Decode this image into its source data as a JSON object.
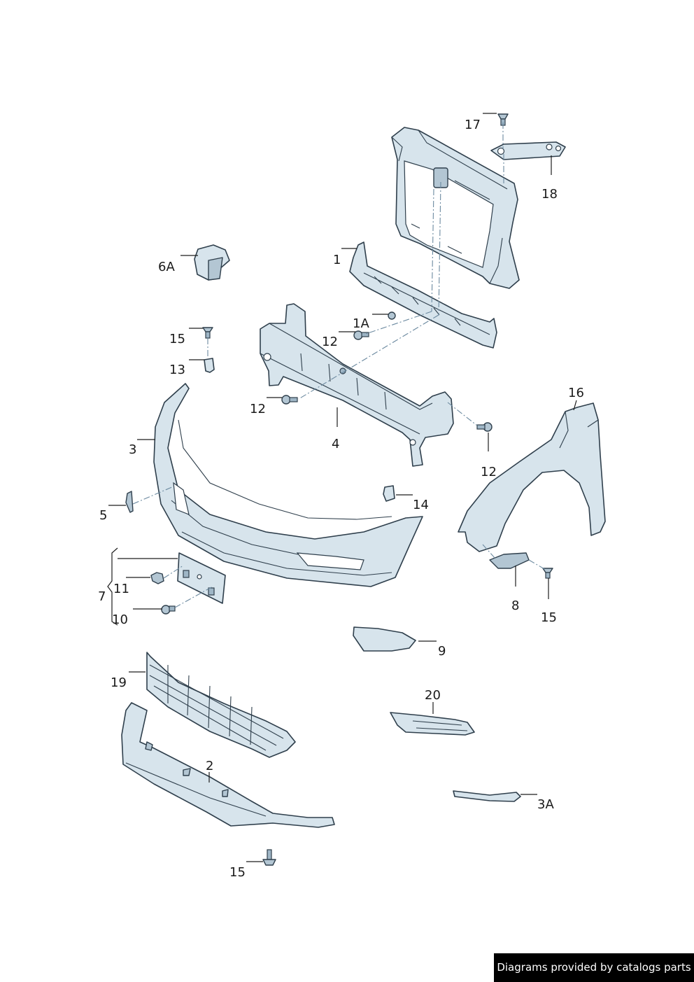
{
  "callouts": {
    "c17": "17",
    "c18": "18",
    "c6a": "6A",
    "c1": "1",
    "c1a": "1A",
    "c12_upper": "12",
    "c15_upper": "15",
    "c13": "13",
    "c12_left": "12",
    "c4": "4",
    "c3": "3",
    "c12_right": "12",
    "c16": "16",
    "c5": "5",
    "c14": "14",
    "c11": "11",
    "c7": "7",
    "c10": "10",
    "c8": "8",
    "c15_right": "15",
    "c9": "9",
    "c19": "19",
    "c20": "20",
    "c2": "2",
    "c3a": "3A",
    "c15_bottom": "15"
  },
  "credit": "Diagrams provided by catalogs parts",
  "colors": {
    "part_fill": "#d7e4ec",
    "outline": "#2f3f4c",
    "dash_line": "#6c8aa0"
  }
}
